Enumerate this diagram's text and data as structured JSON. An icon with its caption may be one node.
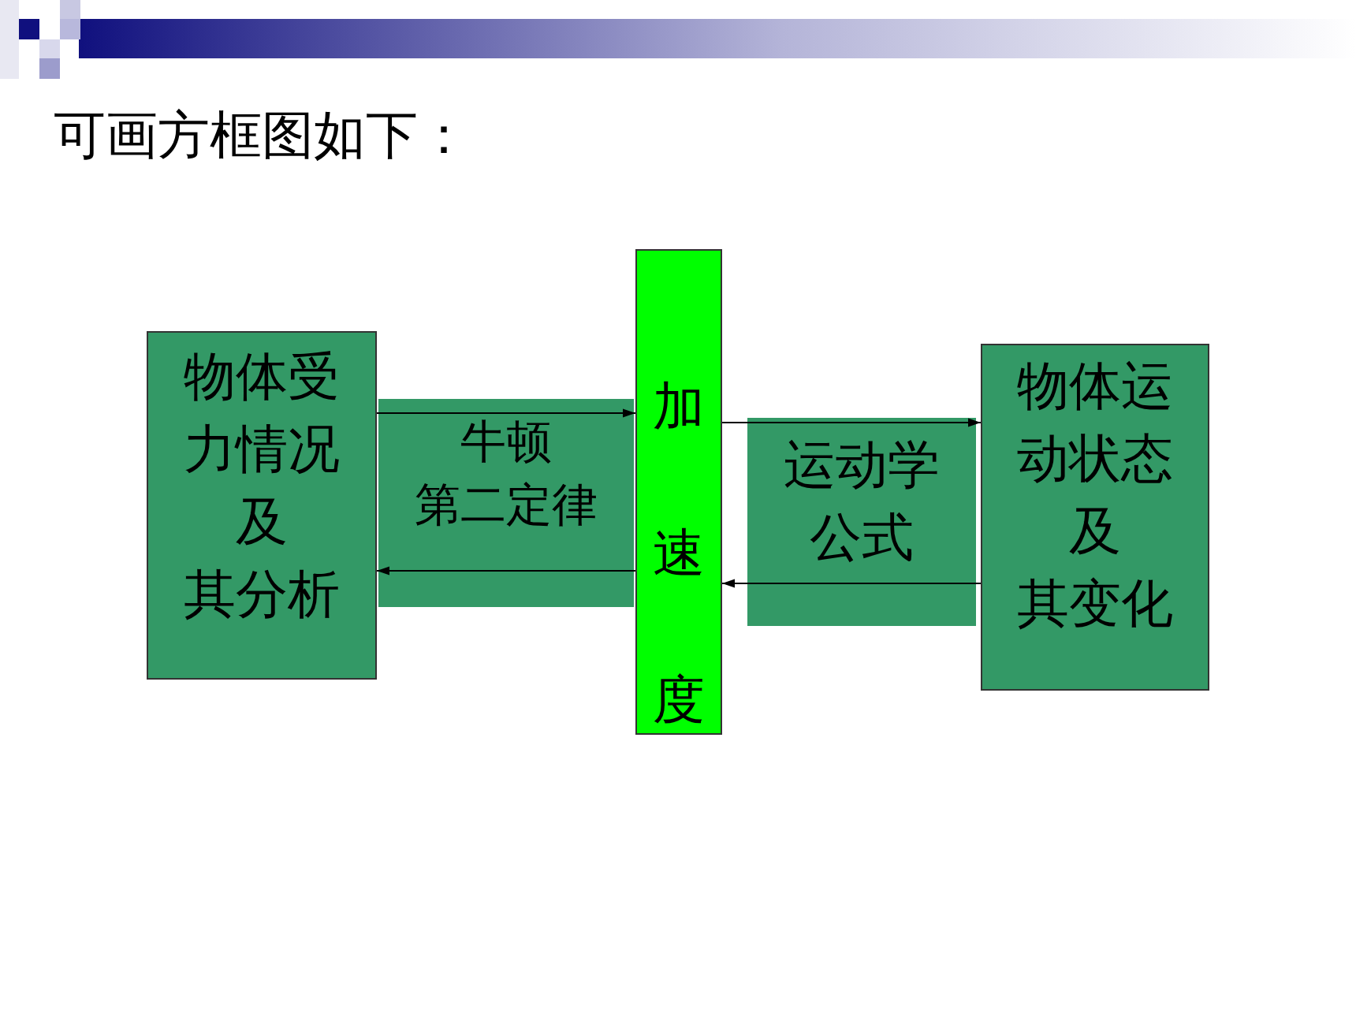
{
  "diagram": {
    "title": "可画方框图如下：",
    "nodes": [
      {
        "text": [
          "物体受力情况及其分析"
        ]
      },
      {
        "text": [
          "加速度"
        ]
      },
      {
        "text": [
          "物体运动状态及其变化"
        ]
      }
    ],
    "edges": [
      {
        "from": 0,
        "to": 1,
        "arrow": "to",
        "label": "牛顿第二定律"
      },
      {
        "from": 1,
        "to": 0,
        "arrow": "to"
      },
      {
        "from": 1,
        "to": 2,
        "arrow": "to",
        "label": "运动学公式"
      },
      {
        "from": 2,
        "to": 1,
        "arrow": "to"
      }
    ]
  }
}
